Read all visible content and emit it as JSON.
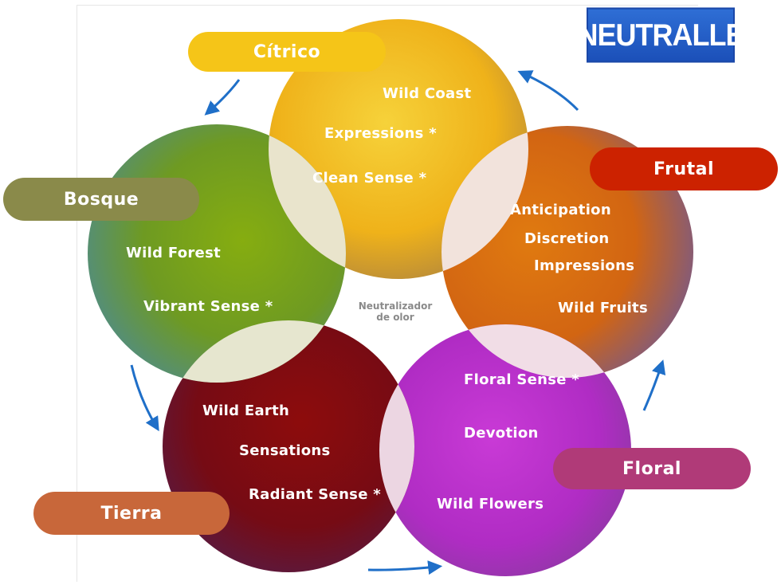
{
  "logo": {
    "text": "NEUTRALLE"
  },
  "center_note": {
    "line1": "Neutralizador",
    "line2": "de olor"
  },
  "families": {
    "citrico": {
      "label": "Cítrico",
      "color": "#f1c40f",
      "items": [
        "Wild Coast",
        "Expressions *",
        "Clean Sense *"
      ]
    },
    "frutal": {
      "label": "Frutal",
      "color": "#d4380d",
      "items": [
        "Anticipation",
        "Discretion",
        "Impressions",
        "Wild Fruits"
      ]
    },
    "floral": {
      "label": "Floral",
      "color": "#c030d0",
      "items": [
        "Floral Sense *",
        "Devotion",
        "Wild Flowers"
      ]
    },
    "tierra": {
      "label": "Tierra",
      "color": "#8b0f0f",
      "items": [
        "Wild Earth",
        "Sensations",
        "Radiant Sense *"
      ]
    },
    "bosque": {
      "label": "Bosque",
      "color": "#7fa81a",
      "items": [
        "Wild Forest",
        "Vibrant Sense *"
      ]
    }
  },
  "label_colors": {
    "citrico": "#f5c518",
    "frutal": "#cc2200",
    "floral": "#b03a78",
    "tierra": "#c8673a",
    "bosque": "#8a8a4a"
  },
  "arrow_color": "#1f6fc8"
}
